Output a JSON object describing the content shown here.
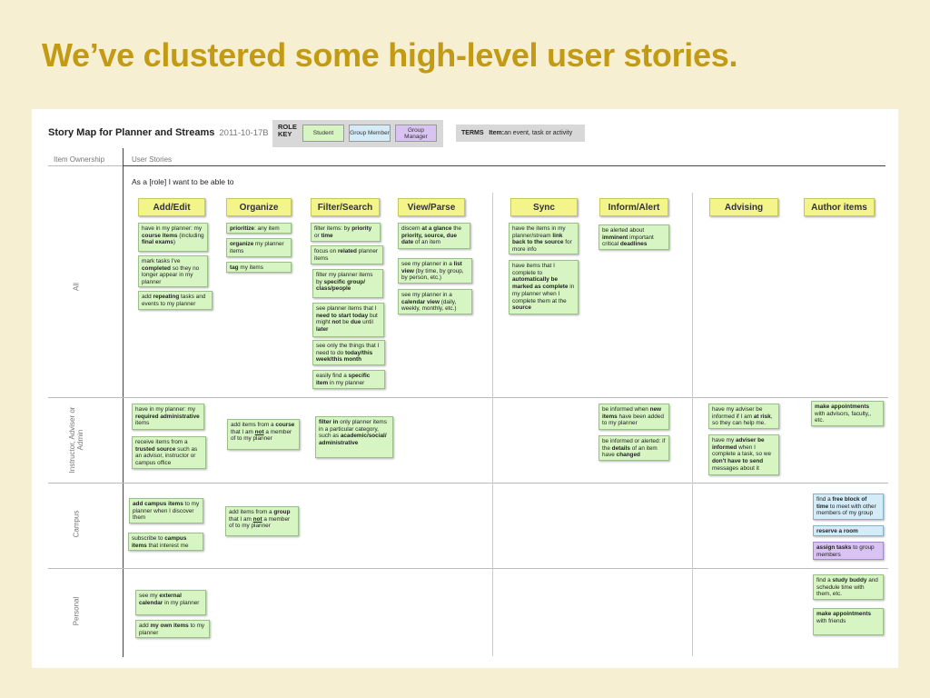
{
  "slide_title": "We’ve clustered some high-level user stories.",
  "board": {
    "title": "Story Map for Planner and Streams",
    "date": "2011-10-17B",
    "role_key_label": "ROLE KEY",
    "roles": [
      {
        "label": "Student",
        "color": "#d6f5c2"
      },
      {
        "label": "Group Member",
        "color": "#d4ecf7"
      },
      {
        "label": "Group Manager",
        "color": "#d8c3f3"
      }
    ],
    "terms": "TERMS  Item: an event, task or activity",
    "terms_label": "TERMS",
    "terms_item": "Item:",
    "terms_def": " an event, task or activity",
    "col_item_ownership": "Item Ownership",
    "col_user_stories": "User Stories",
    "lead_text": "As a [role] I want to be able to",
    "activities": [
      "Add/Edit",
      "Organize",
      "Filter/Search",
      "View/Parse",
      "Sync",
      "Inform/Alert",
      "Advising",
      "Author items"
    ],
    "rows": [
      "All",
      "Instructor, Adviser or Admin",
      "Campus",
      "Personal"
    ]
  },
  "cards": {
    "c1": "have in my planner: my course items (including final exams)",
    "c2": "mark tasks I've completed so they no longer appear in my planner",
    "c3": "add repeating tasks and events to my planner",
    "c4": "prioritize: any item",
    "c5": "organize my planner items",
    "c6": "tag my items",
    "c7": "filter items: by priority or time",
    "c8": "focus on related planner items",
    "c9": "filter my planner items by specific group/ class/people",
    "c10": "see planner items that I need to start today but might not be due until later",
    "c11": "see only the things that I need to do today/this week/this month",
    "c12": "easily find a specific item in my planner",
    "c13": "discern at a glance the priority, source, due date of an item",
    "c14": "see my planner in a list view (by time, by group, by person, etc.)",
    "c15": "see my planner in a calendar view (daily, weekly, monthly, etc.)",
    "c16": "have the items in my planner/stream link back to the source for more info",
    "c17": "have items that I complete to automatically be marked as complete in my planner when I complete them at the source",
    "c18": "be alerted about imminent important critical deadlines",
    "c19": "have in my planner: my required administrative items",
    "c20": "receive items from a trusted source such as an advisor, instructor or campus office",
    "c21": "add items from a course that I am not a member of to my planner",
    "c22": "filter in only planner items in a particular category, such as academic/social/ administrative",
    "c23": "be informed when new items have been added to my planner",
    "c24": "be informed or alerted: if the details of an item have changed",
    "c25": "have my adviser be informed if I am at risk, so they can help me.",
    "c26": "have my adviser be informed when I complete a task, so we don't have to send messages about it",
    "c27": "make appointments with advisors, faculty,, etc.",
    "c28": "add campus items to my planner when I discover them",
    "c29": "subscribe to campus items that interest me",
    "c30": "add items from a group that I am not a member of to my planner",
    "c31": "find a free block of time to meet with other members of my group",
    "c32": "reserve a room",
    "c33": "assign tasks to group members",
    "c34": "see my external calendar in my planner",
    "c35": "add my own items to my planner",
    "c36": "find a study buddy and schedule time with them, etc.",
    "c37": "make appointments with friends"
  }
}
